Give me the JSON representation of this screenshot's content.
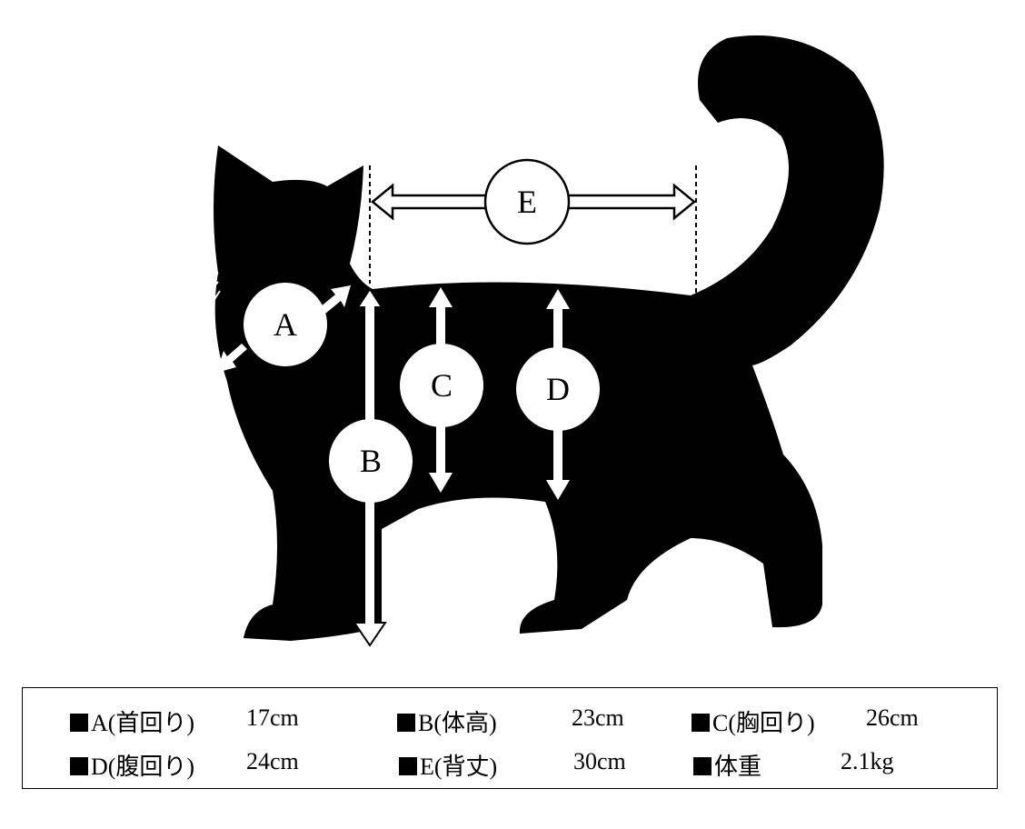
{
  "diagram": {
    "labels": {
      "a": "A",
      "b": "B",
      "c": "C",
      "d": "D",
      "e": "E"
    },
    "colors": {
      "silhouette": "#000000",
      "marker": "#ffffff"
    }
  },
  "measurements": [
    {
      "name": "A(首回り)",
      "value": "17cm"
    },
    {
      "name": "B(体高)",
      "value": "23cm"
    },
    {
      "name": "C(胸回り)",
      "value": "26cm"
    },
    {
      "name": "D(腹回り)",
      "value": "24cm"
    },
    {
      "name": "E(背丈)",
      "value": "30cm"
    },
    {
      "name": "体重",
      "value": "2.1kg"
    }
  ]
}
